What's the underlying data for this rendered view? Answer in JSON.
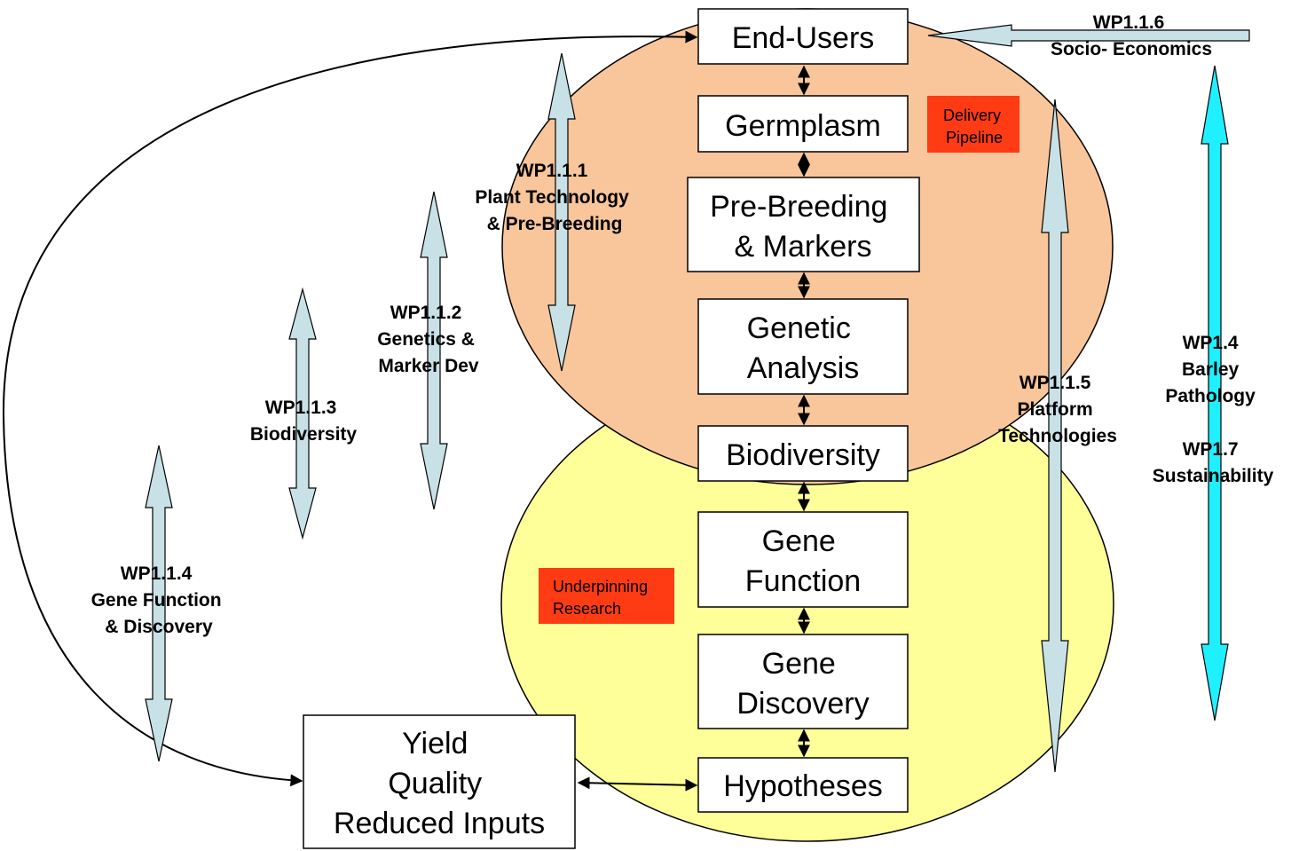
{
  "colors": {
    "delivery_ellipse": "#f9c59a",
    "underpinning_ellipse": "#ffff99",
    "tag_fill": "#ff3b14",
    "light_arrow": "#c8e1e6",
    "cyan_arrow": "#1ff0ff",
    "box_fill": "#ffffff",
    "stroke": "#000000"
  },
  "pipeline": [
    {
      "id": "end-users",
      "lines": [
        "End-Users"
      ]
    },
    {
      "id": "germplasm",
      "lines": [
        "Germplasm"
      ]
    },
    {
      "id": "pre-breeding",
      "lines": [
        "Pre-Breeding",
        "& Markers"
      ]
    },
    {
      "id": "genetic-analysis",
      "lines": [
        "Genetic",
        "Analysis"
      ]
    },
    {
      "id": "biodiversity",
      "lines": [
        "Biodiversity"
      ]
    },
    {
      "id": "gene-function",
      "lines": [
        "Gene",
        "Function"
      ]
    },
    {
      "id": "gene-discovery",
      "lines": [
        "Gene",
        "Discovery"
      ]
    },
    {
      "id": "hypotheses",
      "lines": [
        "Hypotheses"
      ]
    }
  ],
  "outcome_box": {
    "lines": [
      "Yield",
      "Quality",
      "Reduced Inputs"
    ]
  },
  "tags": {
    "delivery": [
      "Delivery",
      "Pipeline"
    ],
    "underpinning": [
      "Underpinning",
      "Research"
    ]
  },
  "work_packages": {
    "wp116": [
      "WP1.1.6",
      "Socio- Economics"
    ],
    "wp111": [
      "WP1.1.1",
      "Plant Technology",
      "& Pre-Breeding"
    ],
    "wp112": [
      "WP1.1.2",
      "Genetics &",
      "Marker Dev"
    ],
    "wp113": [
      "WP1.1.3",
      "Biodiversity"
    ],
    "wp114": [
      "WP1.1.4",
      "Gene Function",
      "& Discovery"
    ],
    "wp115": [
      "WP1.1.5",
      "Platform",
      "Technologies"
    ],
    "wp14_17": [
      "WP1.4",
      "Barley",
      "Pathology",
      "",
      "WP1.7",
      "Sustainability"
    ]
  }
}
